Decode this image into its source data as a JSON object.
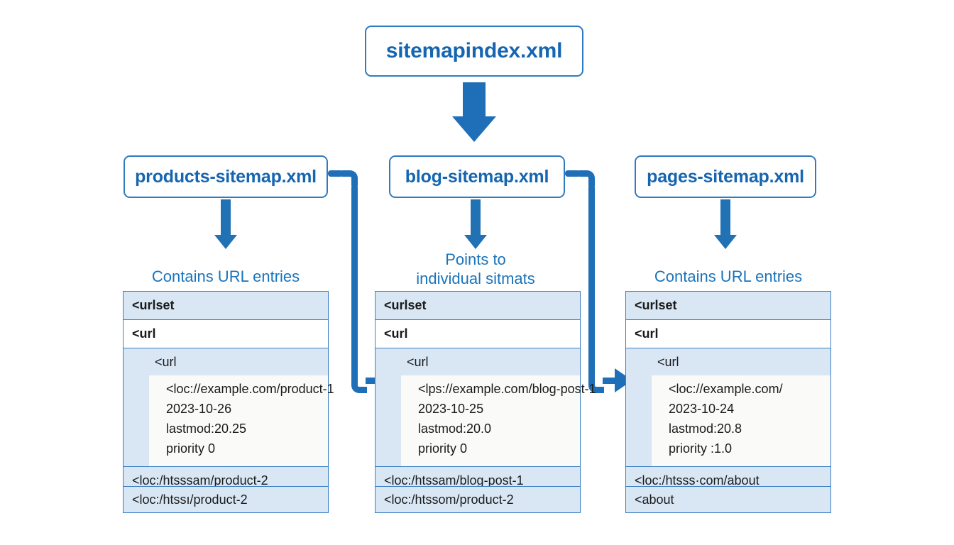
{
  "diagram": {
    "title": "sitemapindex.xml",
    "root": {
      "label": "sitemapindex.xml"
    },
    "accent_color": "#1f6fb8",
    "node_text_color": "#1565b0",
    "caption_color": "#1b74bb",
    "row_fill_blue": "#d9e7f5",
    "row_border": "#3b7fc4",
    "columns": [
      {
        "id": "products",
        "node_label": "products-sitemap.xml",
        "caption": "Contains URL entries",
        "rows": [
          {
            "text": "<urlset",
            "style": "blue-bold"
          },
          {
            "text": "<url",
            "style": "white-bold"
          }
        ],
        "nested": {
          "tag": "<url",
          "lines": [
            "<loc://example.com/product-1",
            "2023-10-26",
            "lastmod:20.25",
            "priority 0"
          ]
        },
        "footer_row": "<loc:/htsssam/product-2",
        "tail_box": "<loc:/htssı/product-2"
      },
      {
        "id": "blog",
        "node_label": "blog-sitemap.xml",
        "caption": "Points to\nindividual sitmats",
        "rows": [
          {
            "text": "<urlset",
            "style": "blue-bold"
          },
          {
            "text": "<url",
            "style": "white-bold"
          }
        ],
        "nested": {
          "tag": "<url",
          "lines": [
            "<lps://example.com/blog-post-1",
            "2023-10-25",
            "lastmod:20.0",
            "priority 0"
          ]
        },
        "footer_row": "<loc:/htssam/blog-post-1",
        "tail_box": "<loc:/htssom/product-2"
      },
      {
        "id": "pages",
        "node_label": "pages-sitemap.xml",
        "caption": "Contains URL entries",
        "rows": [
          {
            "text": "<urlset",
            "style": "blue-bold"
          },
          {
            "text": "<url",
            "style": "white-bold"
          }
        ],
        "nested": {
          "tag": "<url",
          "lines": [
            "<loc://example.com/",
            "2023-10-24",
            "lastmod:20.8",
            "priority :1.0"
          ]
        },
        "footer_row": "<loc:/htsss·com/about",
        "tail_box": "<about"
      }
    ],
    "connectors": [
      {
        "name": "root-down-arrow",
        "from": "sitemapindex.xml",
        "to": "blog-sitemap.xml",
        "kind": "fat-down-arrow"
      },
      {
        "name": "products-down-arrow",
        "from": "products-sitemap.xml",
        "to": "products-table",
        "kind": "slim-down-arrow"
      },
      {
        "name": "blog-down-arrow",
        "from": "blog-sitemap.xml",
        "to": "blog-table",
        "kind": "slim-down-arrow"
      },
      {
        "name": "pages-down-arrow",
        "from": "pages-sitemap.xml",
        "to": "pages-table",
        "kind": "slim-down-arrow"
      },
      {
        "name": "products-to-blog-table",
        "from": "products-sitemap.xml",
        "to": "blog-table",
        "kind": "elbow-arrow"
      },
      {
        "name": "blog-to-pages-table",
        "from": "blog-sitemap.xml",
        "to": "pages-table",
        "kind": "elbow-arrow"
      }
    ]
  }
}
